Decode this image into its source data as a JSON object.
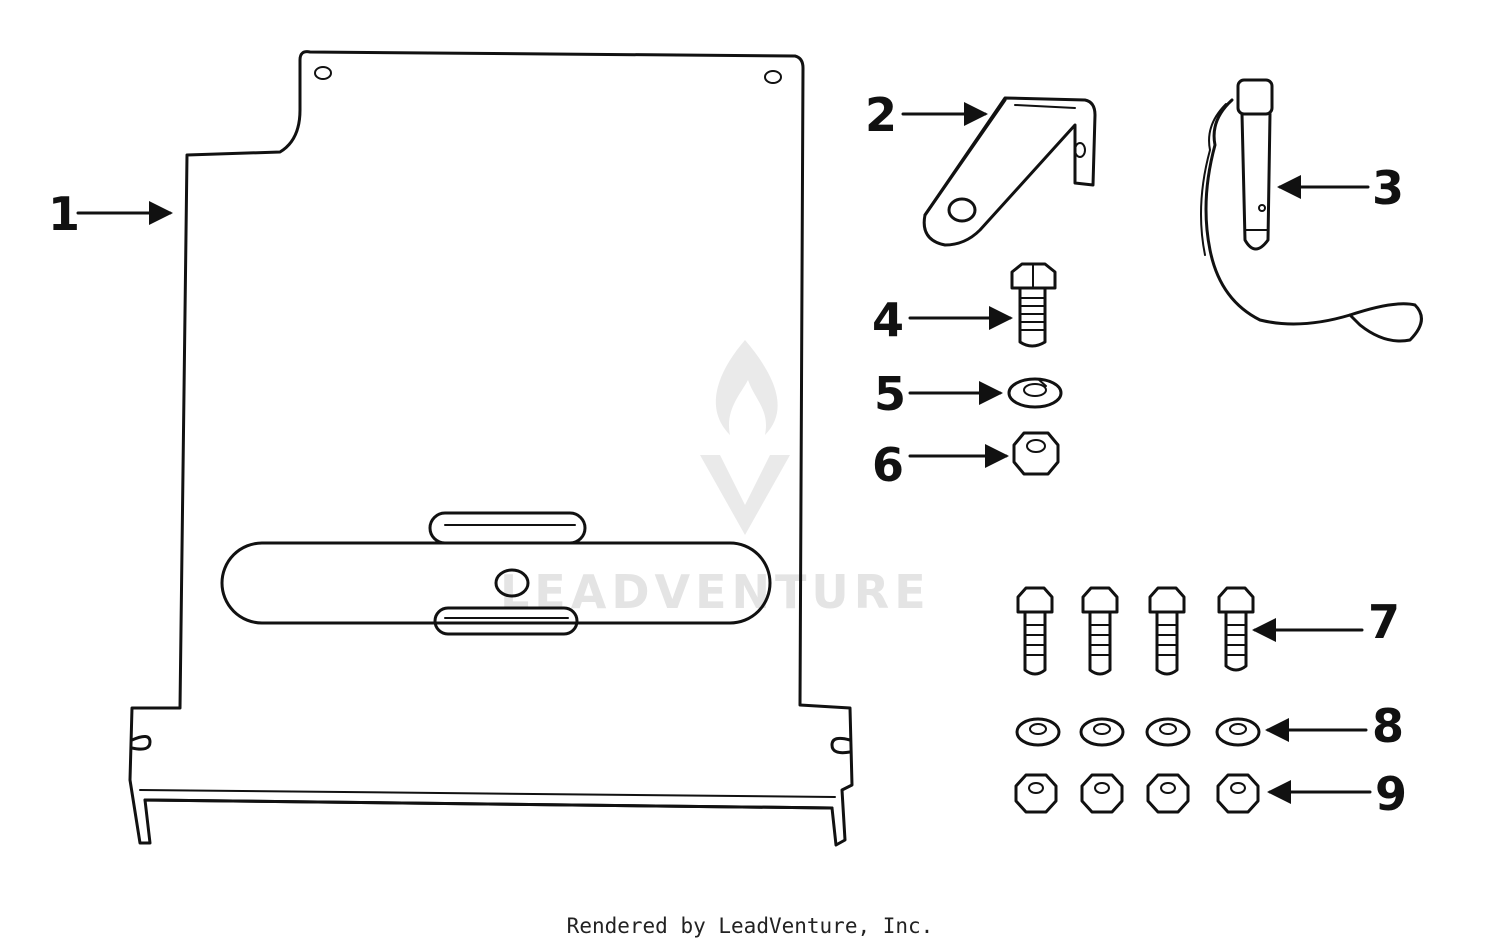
{
  "callouts": [
    "1",
    "2",
    "3",
    "4",
    "5",
    "6",
    "7",
    "8",
    "9"
  ],
  "watermark": {
    "text": "LEADVENTURE",
    "logo": "leadventure-flame-logo"
  },
  "footer": {
    "credit": "Rendered by LeadVenture, Inc."
  }
}
